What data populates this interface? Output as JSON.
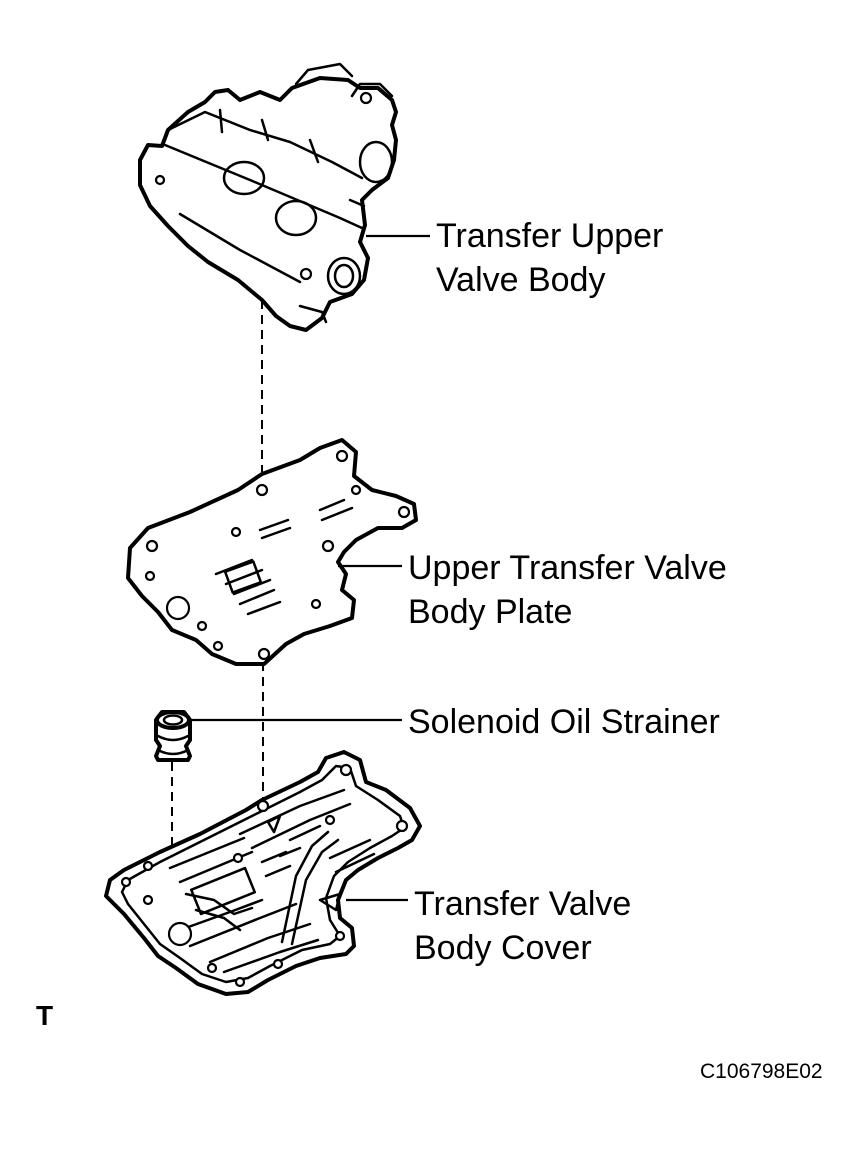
{
  "labels": {
    "upper_valve_body_line1": "Transfer Upper",
    "upper_valve_body_line2": "Valve Body",
    "body_plate_line1": "Upper Transfer Valve",
    "body_plate_line2": "Body Plate",
    "strainer": "Solenoid Oil Strainer",
    "cover_line1": "Transfer Valve",
    "cover_line2": "Body Cover"
  },
  "view_marker": "T",
  "figure_code": "C106798E02"
}
